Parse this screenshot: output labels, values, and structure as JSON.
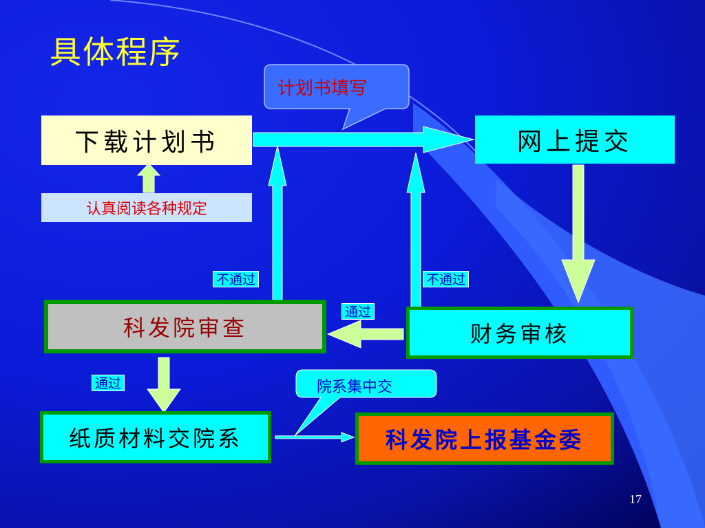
{
  "slide": {
    "title": "具体程序",
    "page_number": "17"
  },
  "nodes": {
    "download_plan": "下载计划书",
    "read_rules": "认真阅读各种规定",
    "online_submit": "网上提交",
    "research_review": "科发院审查",
    "finance_review": "财务审核",
    "paper_materials": "纸质材料交院系",
    "report_committee": "科发院上报基金委"
  },
  "callouts": {
    "fill_plan": "计划书填写",
    "dept_collect": "院系集中交"
  },
  "edge_labels": {
    "fail_left": "不通过",
    "fail_right": "不通过",
    "pass_finance": "通过",
    "pass_review": "通过"
  },
  "colors": {
    "title": "#ffff33",
    "arrow_cyan": "#00ffff",
    "arrow_green": "#ccff99",
    "box_border": "#009900",
    "report_fill": "#ff6600"
  }
}
